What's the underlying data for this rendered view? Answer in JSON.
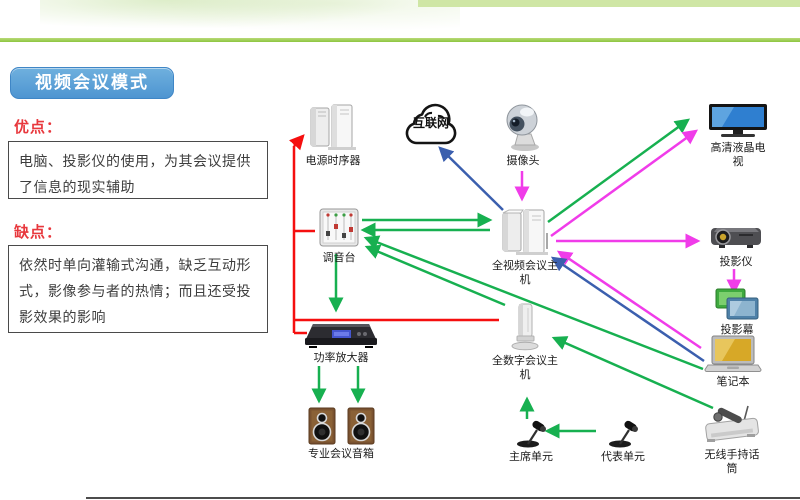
{
  "page": {
    "title_badge": "视频会议模式"
  },
  "advantages": {
    "heading": "优点：",
    "text": "电脑、投影仪的使用，为其会议提供了信息的现实辅助"
  },
  "disadvantages": {
    "heading": "缺点：",
    "text": "依然时单向灌输式沟通，缺乏互动形式，影像参与者的热情；而且还受投影效果的影响"
  },
  "diagram": {
    "devices": [
      {
        "id": "power-sequencer",
        "label": "电源时序器",
        "icon": "server-tower-icon"
      },
      {
        "id": "internet",
        "label": "互联网",
        "icon": "cloud-icon"
      },
      {
        "id": "camera",
        "label": "摄像头",
        "icon": "webcam-icon"
      },
      {
        "id": "hd-tv",
        "label": "高清液晶电视",
        "icon": "tv-icon"
      },
      {
        "id": "mixer",
        "label": "调音台",
        "icon": "mixer-icon"
      },
      {
        "id": "video-host",
        "label": "全视频会议主机",
        "icon": "server-tower-icon"
      },
      {
        "id": "projector",
        "label": "投影仪",
        "icon": "projector-icon"
      },
      {
        "id": "projection-screen",
        "label": "投影幕",
        "icon": "screens-icon"
      },
      {
        "id": "amplifier",
        "label": "功率放大器",
        "icon": "rack-amp-icon"
      },
      {
        "id": "digital-host",
        "label": "全数字会议主机",
        "icon": "column-device-icon"
      },
      {
        "id": "laptop",
        "label": "笔记本",
        "icon": "laptop-icon"
      },
      {
        "id": "speakers",
        "label": "专业会议音箱",
        "icon": "speaker-icon"
      },
      {
        "id": "chairman-unit",
        "label": "主席单元",
        "icon": "desk-mic-icon"
      },
      {
        "id": "delegate-unit",
        "label": "代表单元",
        "icon": "desk-mic-icon"
      },
      {
        "id": "wireless-mic",
        "label": "无线手持话筒",
        "icon": "wireless-mic-icon"
      }
    ],
    "connections": [
      {
        "from": "摄像头",
        "to": "全视频会议主机",
        "color": "magenta"
      },
      {
        "from": "全视频会议主机",
        "to": "互联网",
        "color": "blue"
      },
      {
        "from": "全视频会议主机",
        "to": "高清液晶电视",
        "color": "green"
      },
      {
        "from": "全视频会议主机",
        "to": "高清液晶电视",
        "color": "magenta"
      },
      {
        "from": "全视频会议主机",
        "to": "投影仪",
        "color": "magenta"
      },
      {
        "from": "投影仪",
        "to": "投影幕",
        "color": "magenta"
      },
      {
        "from": "笔记本",
        "to": "全视频会议主机",
        "color": "magenta"
      },
      {
        "from": "笔记本",
        "to": "全视频会议主机",
        "color": "blue"
      },
      {
        "from": "笔记本",
        "to": "调音台",
        "color": "green"
      },
      {
        "from": "全数字会议主机",
        "to": "调音台",
        "color": "green"
      },
      {
        "from": "调音台",
        "to": "全视频会议主机",
        "color": "green"
      },
      {
        "from": "全视频会议主机",
        "to": "调音台",
        "color": "green"
      },
      {
        "from": "调音台",
        "to": "功率放大器",
        "color": "green"
      },
      {
        "from": "功率放大器",
        "to": "专业会议音箱",
        "color": "green"
      },
      {
        "from": "主席单元",
        "to": "全数字会议主机",
        "color": "green"
      },
      {
        "from": "代表单元",
        "to": "主席单元",
        "color": "green"
      },
      {
        "from": "无线手持话筒",
        "to": "全数字会议主机",
        "color": "green"
      },
      {
        "type": "power-bus",
        "color": "red",
        "connects": [
          "电源时序器",
          "调音台",
          "功率放大器",
          "全数字会议主机"
        ]
      }
    ]
  },
  "colors": {
    "accent_green_line": "#8cc63f",
    "title_badge_blue": "#5b9bd5",
    "heading_red": "#e8383d",
    "arrow_green": "#17b050",
    "arrow_magenta": "#f03ce9",
    "arrow_blue": "#3b5fae",
    "arrow_red": "#f50f0f"
  }
}
